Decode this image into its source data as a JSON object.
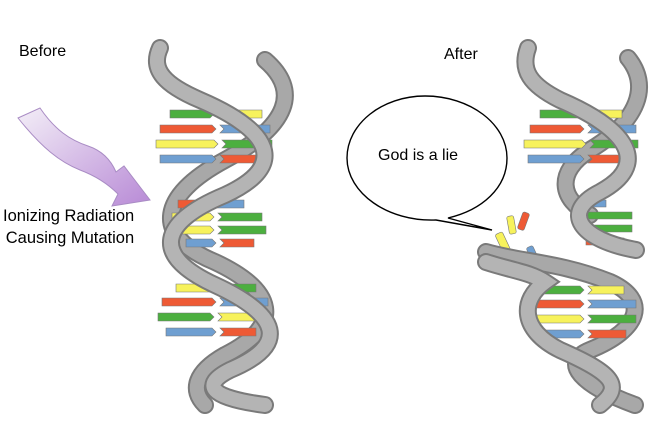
{
  "labels": {
    "before": "Before",
    "after": "After",
    "radiation_line1": "Ionizing Radiation",
    "radiation_line2": "Causing Mutation",
    "speech_bubble": "God is a lie"
  },
  "colors": {
    "backbone": "#a8a8a8",
    "backbone_edge": "#7a7a7a",
    "arrow": "#c9a6e0",
    "base_green": "#4caf3f",
    "base_yellow": "#f7f25c",
    "base_blue": "#6f9fd1",
    "base_red": "#ee5a35"
  },
  "icons": [
    "dna-helix-intact",
    "dna-helix-broken",
    "radiation-arrow",
    "speech-bubble"
  ]
}
